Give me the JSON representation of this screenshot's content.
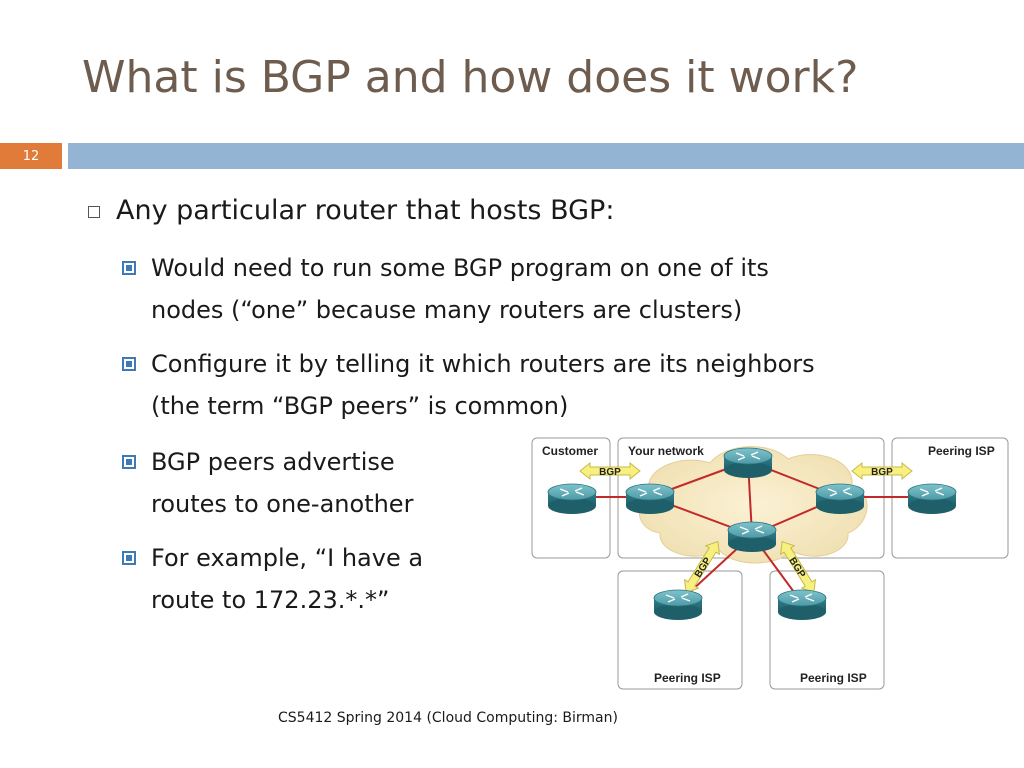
{
  "slide": {
    "title": "What is BGP and how does it work?",
    "number": "12",
    "bullets": [
      {
        "level": 1,
        "text": "Any particular router that hosts BGP:"
      },
      {
        "level": 2,
        "lines": [
          "Would need to run some BGP program on one of its",
          "nodes (“one” because many routers are clusters)"
        ]
      },
      {
        "level": 2,
        "lines": [
          "Configure it by telling it which routers are its neighbors",
          "(the term “BGP peers” is common)"
        ]
      },
      {
        "level": 2,
        "lines": [
          "BGP peers advertise",
          "routes to one-another"
        ]
      },
      {
        "level": 2,
        "lines": [
          "For example, “I have a",
          "route to 172.23.*.*”"
        ]
      }
    ],
    "footer": "CS5412 Spring 2014 (Cloud Computing: Birman)"
  },
  "diagram": {
    "boxes": {
      "customer": "Customer",
      "your_network": "Your network",
      "peering_isp_right": "Peering ISP",
      "peering_isp_bottom_left": "Peering ISP",
      "peering_isp_bottom_right": "Peering ISP"
    },
    "arrow_label": "BGP"
  }
}
